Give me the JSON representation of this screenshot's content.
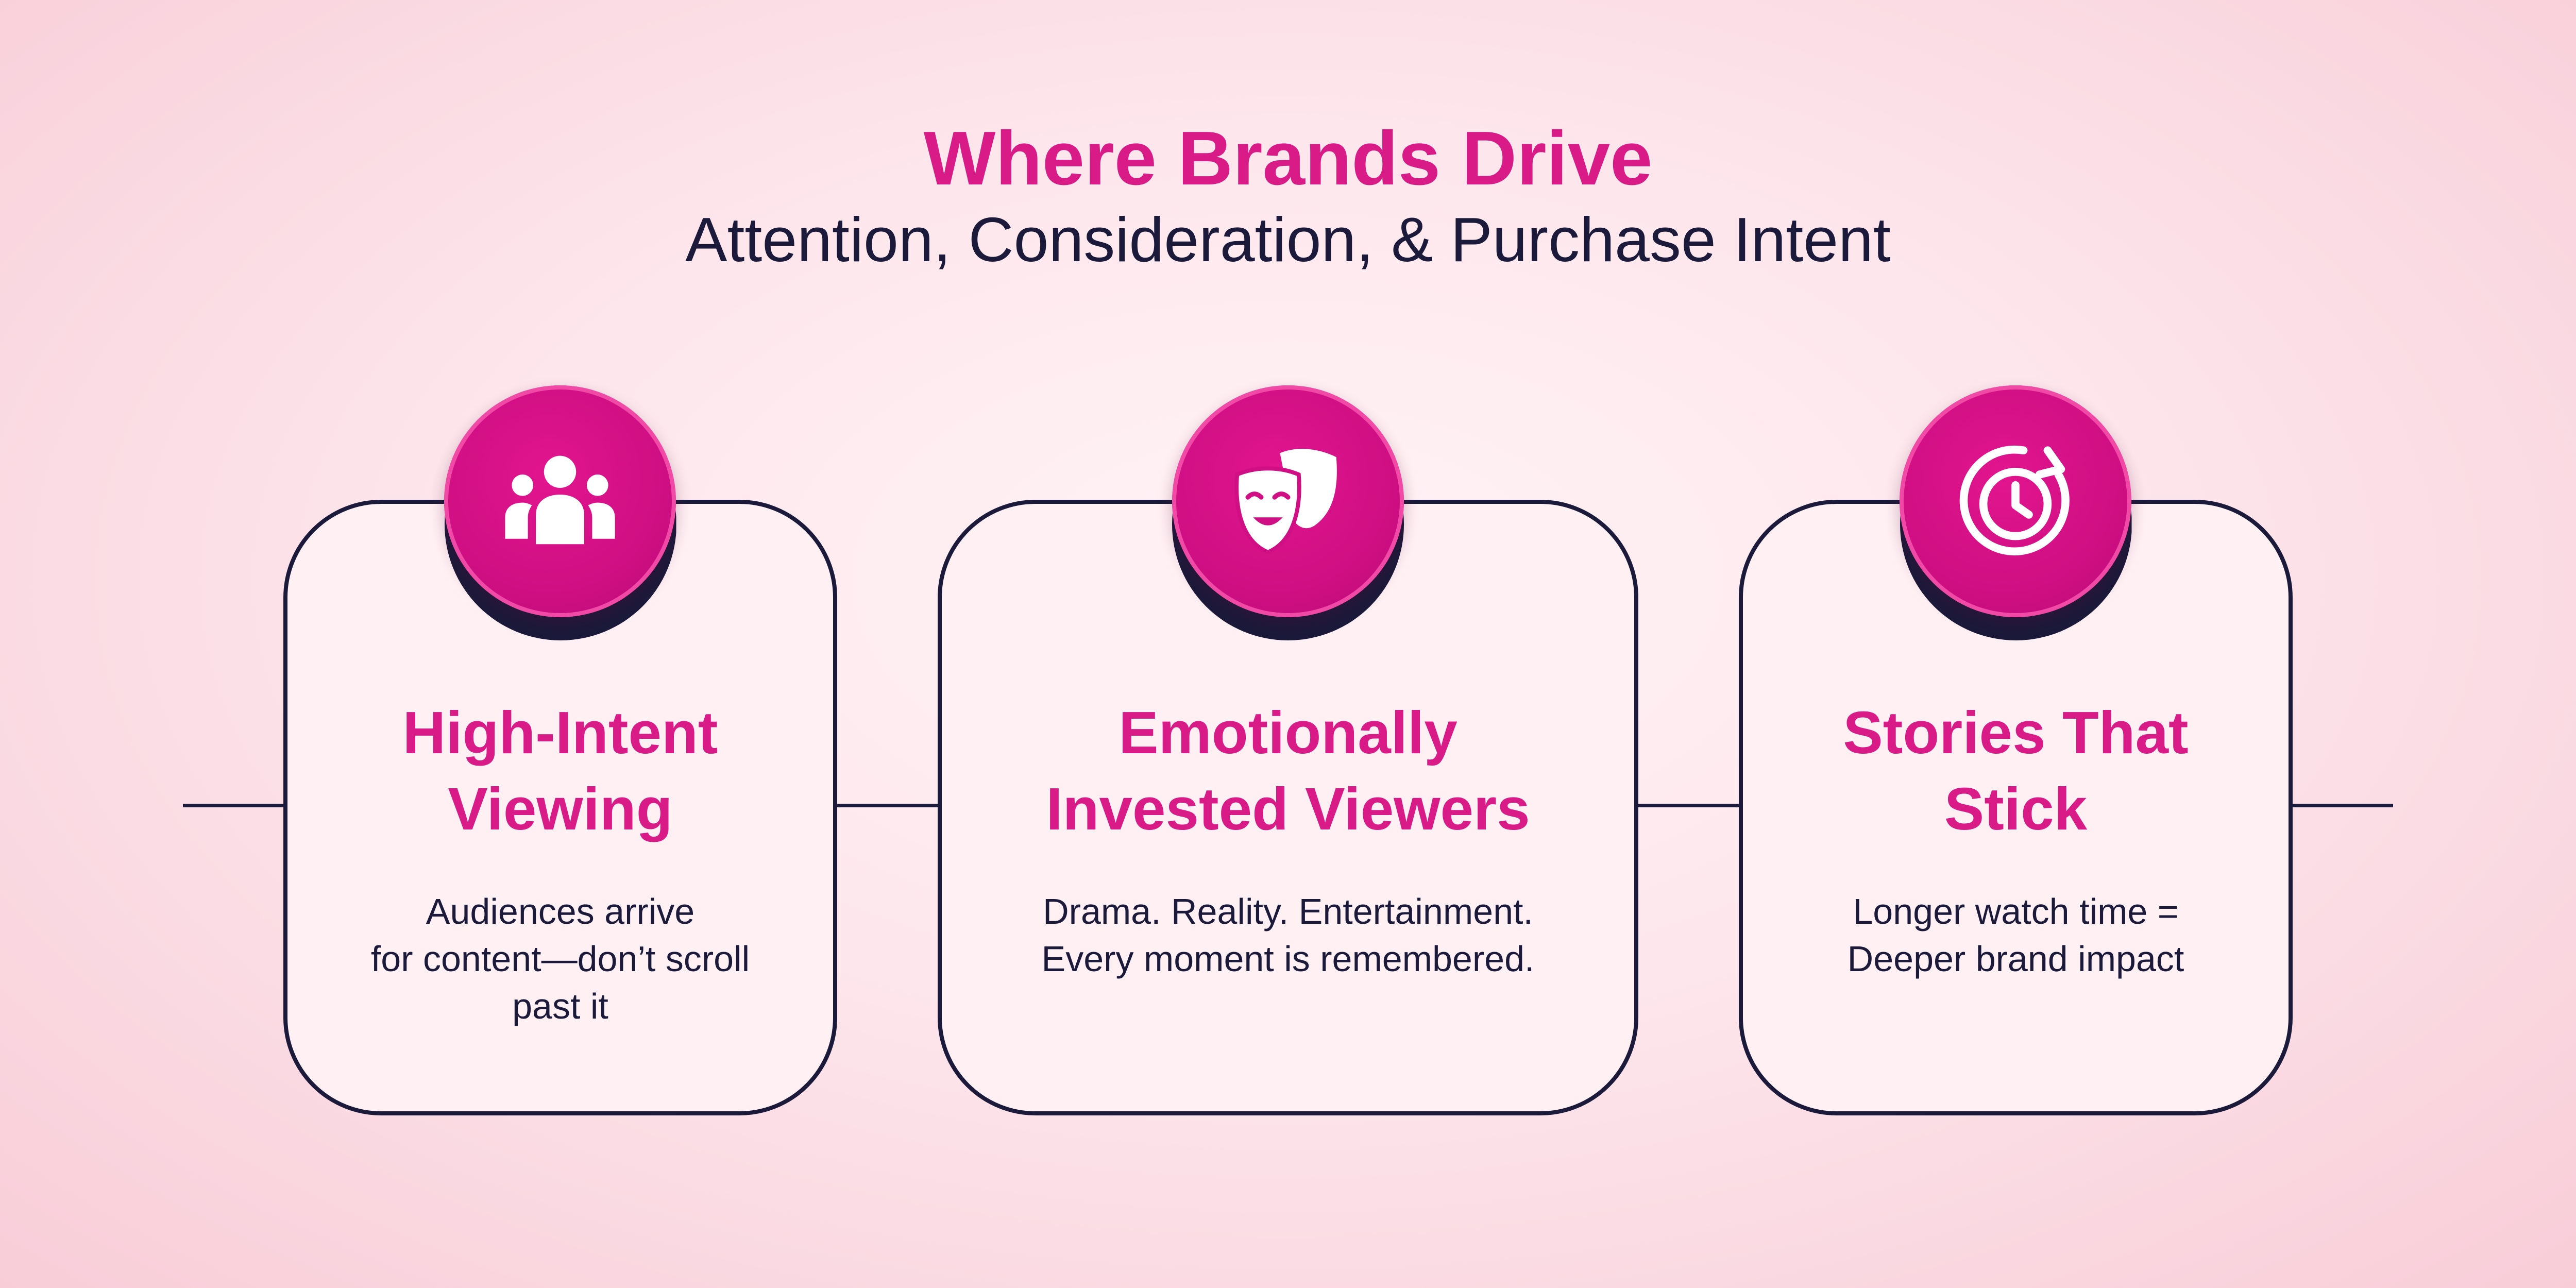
{
  "header": {
    "title": "Where Brands Drive",
    "subtitle": "Attention, Consideration, & Purchase Intent"
  },
  "colors": {
    "accent": "#d81b86",
    "ink": "#1b1a3a",
    "background": "#fde6ec"
  },
  "cards": [
    {
      "icon": "audience-group-icon",
      "title": "High-Intent\nViewing",
      "title_line1": "High-Intent",
      "title_line2": "Viewing",
      "desc": "Audiences arrive\nfor content—don’t scroll\npast it"
    },
    {
      "icon": "theater-masks-icon",
      "title_line1": "Emotionally",
      "title_line2": "Invested Viewers",
      "desc": "Drama. Reality. Entertainment.\nEvery moment is remembered."
    },
    {
      "icon": "stopwatch-refresh-icon",
      "title_line1": "Stories That",
      "title_line2": "Stick",
      "desc": "Longer watch time =\nDeeper brand impact"
    }
  ]
}
